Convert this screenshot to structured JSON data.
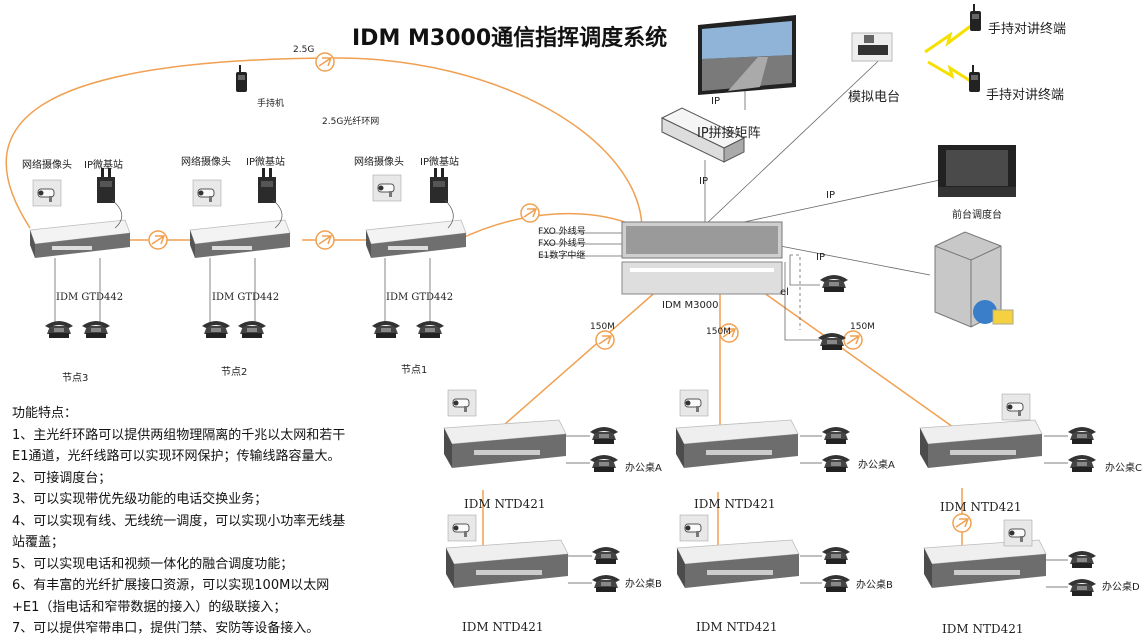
{
  "title": "IDM M3000通信指挥调度系统",
  "ring": {
    "label_top": "2.5G",
    "label_ring": "2.5G光纤环网",
    "handset": "手持机"
  },
  "matrix": {
    "label": "IP拼接矩阵",
    "ip_top": "IP",
    "ip_bottom": "IP"
  },
  "radio": {
    "label": "模拟电台",
    "terminal1": "手持对讲终端",
    "terminal2": "手持对讲终端"
  },
  "console": {
    "label": "前台调度台",
    "ip": "IP"
  },
  "server": {
    "ip": "IP"
  },
  "m3000": {
    "label": "IDM M3000",
    "fxo1": "FXO 外线号",
    "fxo2": "FXO 外线号",
    "e1": "E1数字中继",
    "e1_short": "el"
  },
  "nodes": [
    {
      "label": "节点3",
      "device": "IDM GTD442",
      "camera": "网络摄像头",
      "ap": "IP微基站"
    },
    {
      "label": "节点2",
      "device": "IDM GTD442",
      "camera": "网络摄像头",
      "ap": "IP微基站"
    },
    {
      "label": "节点1",
      "device": "IDM GTD442",
      "camera": "网络摄像头",
      "ap": "IP微基站"
    }
  ],
  "links": {
    "l150_1": "150M",
    "l150_2": "150M",
    "l150_3": "150M"
  },
  "ntds": [
    {
      "device": "IDM NTD421",
      "desk": "办公桌A"
    },
    {
      "device": "IDM NTD421",
      "desk": "办公桌B"
    },
    {
      "device": "IDM NTD421",
      "desk": "办公桌A"
    },
    {
      "device": "IDM NTD421",
      "desk": "办公桌B"
    },
    {
      "device": "IDM NTD421",
      "desk": "办公桌C"
    },
    {
      "device": "IDM NTD421",
      "desk": "办公桌D"
    }
  ],
  "features": {
    "heading": "功能特点：",
    "lines": [
      "1、主光纤环路可以提供两组物理隔离的千兆以太网和若干",
      "E1通道，光纤线路可以实现环网保护；传输线路容量大。",
      "2、可接调度台；",
      "3、可以实现带优先级功能的电话交换业务；",
      "4、可以实现有线、无线统一调度，可以实现小功率无线基",
      "站覆盖；",
      "5、可以实现电话和视频一体化的融合调度功能；",
      "6、有丰富的光纤扩展接口资源，可以实现100M以太网",
      "+E1（指电话和窄带数据的接入）的级联接入；",
      "7、可以提供窄带串口，提供门禁、安防等设备接入。"
    ]
  },
  "colors": {
    "fiber": "#f0a050",
    "line": "#555555",
    "device_top": "#f2f2f2",
    "device_side": "#6a6a6a"
  }
}
